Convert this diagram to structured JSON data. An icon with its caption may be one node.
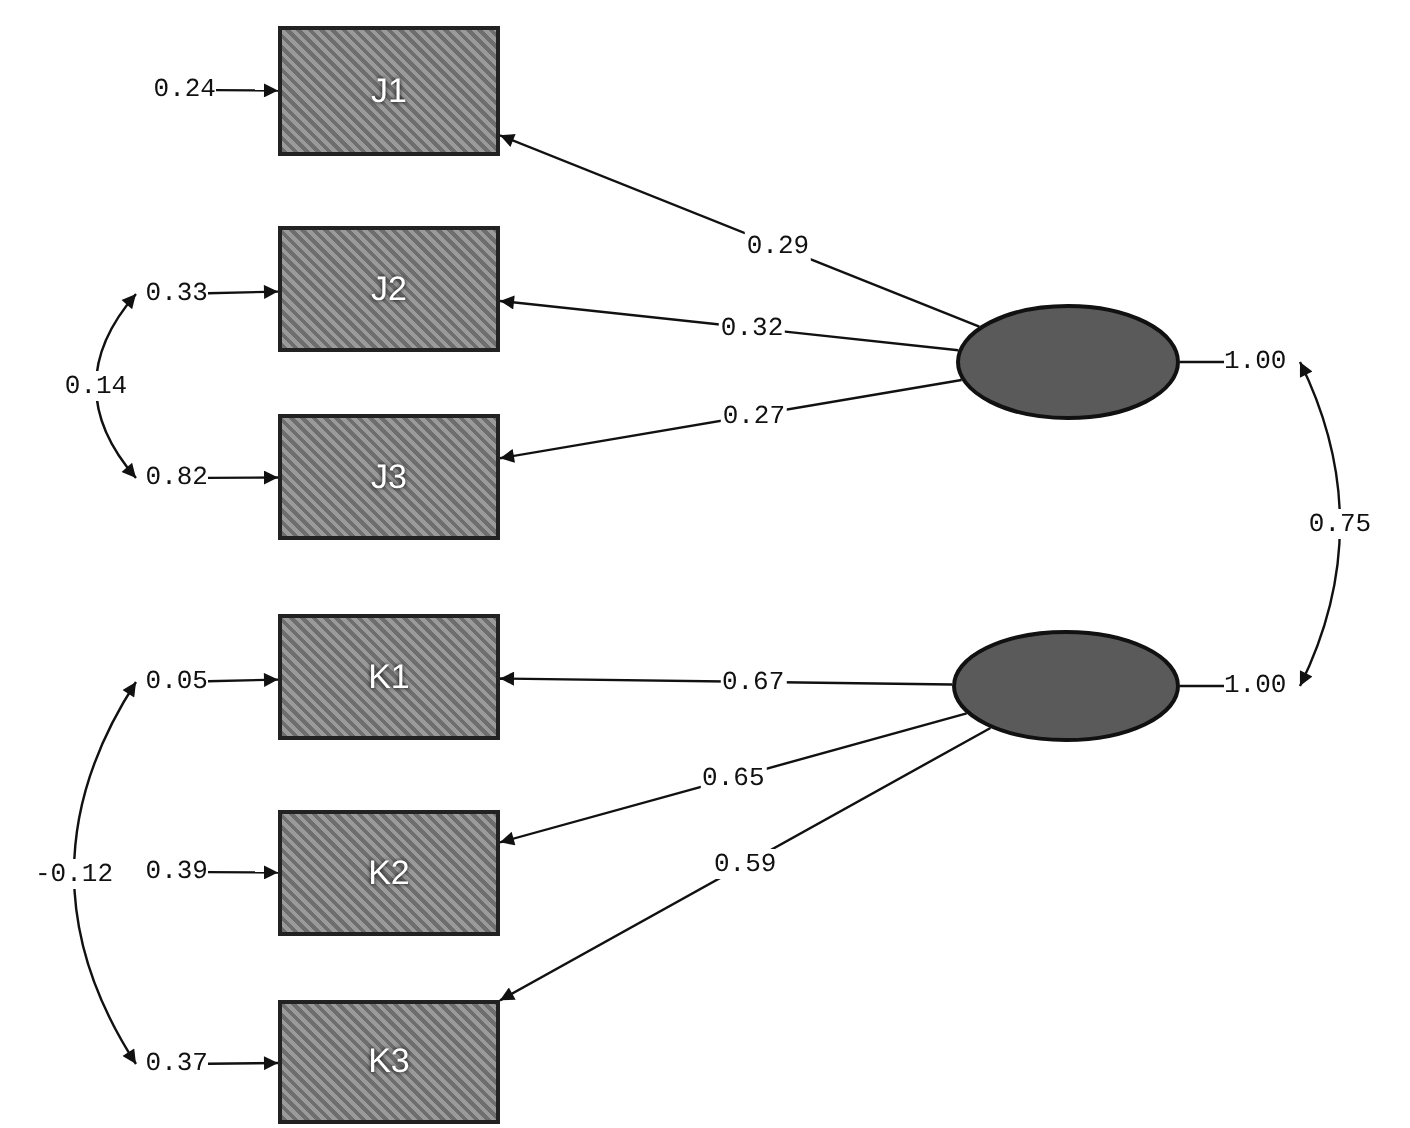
{
  "diagram": {
    "nodes": [
      {
        "text": [
          "J1"
        ]
      },
      {
        "text": [
          "J2"
        ]
      },
      {
        "text": [
          "J3"
        ]
      },
      {
        "text": [
          "K1"
        ]
      },
      {
        "text": [
          "K2"
        ]
      },
      {
        "text": [
          "K3"
        ]
      },
      {
        "text": [],
        "shape": "ellipse"
      },
      {
        "text": [],
        "shape": "ellipse"
      },
      {
        "text": [
          "0.24"
        ]
      },
      {
        "text": [
          "0.33"
        ]
      },
      {
        "text": [
          "0.82"
        ]
      },
      {
        "text": [
          "0.05"
        ]
      },
      {
        "text": [
          "0.39"
        ]
      },
      {
        "text": [
          "0.37"
        ]
      },
      {
        "text": [
          "1.00"
        ]
      },
      {
        "text": [
          "1.00"
        ]
      }
    ],
    "edges": [
      {
        "from": 6,
        "to": 0,
        "arrow": "to",
        "label": "0.29"
      },
      {
        "from": 6,
        "to": 1,
        "arrow": "to",
        "label": "0.32"
      },
      {
        "from": 6,
        "to": 2,
        "arrow": "to",
        "label": "0.27"
      },
      {
        "from": 7,
        "to": 3,
        "arrow": "to",
        "label": "0.67"
      },
      {
        "from": 7,
        "to": 4,
        "arrow": "to",
        "label": "0.65"
      },
      {
        "from": 7,
        "to": 5,
        "arrow": "to",
        "label": "0.59"
      },
      {
        "from": 8,
        "to": 0,
        "arrow": "to"
      },
      {
        "from": 9,
        "to": 1,
        "arrow": "to"
      },
      {
        "from": 10,
        "to": 2,
        "arrow": "to"
      },
      {
        "from": 11,
        "to": 3,
        "arrow": "to"
      },
      {
        "from": 12,
        "to": 4,
        "arrow": "to"
      },
      {
        "from": 13,
        "to": 5,
        "arrow": "to"
      },
      {
        "from": 9,
        "to": 10,
        "arrow": "both",
        "label": "0.14"
      },
      {
        "from": 11,
        "to": 13,
        "arrow": "both",
        "label": "-0.12"
      },
      {
        "from": 6,
        "to": 14,
        "arrow": "none"
      },
      {
        "from": 7,
        "to": 15,
        "arrow": "none"
      },
      {
        "from": 14,
        "to": 15,
        "arrow": "both",
        "label": "0.75"
      }
    ]
  }
}
